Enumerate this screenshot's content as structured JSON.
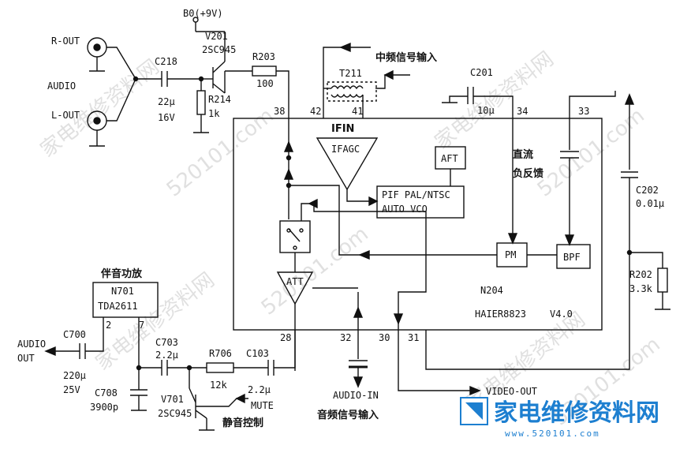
{
  "watermark": {
    "text": "家电维修资料网",
    "url_text": "520101.com"
  },
  "brand": {
    "name": "家电维修资料网",
    "url": "www.520101.com",
    "logo_color": "#1d7fd0"
  },
  "labels": {
    "b0": "B0(+9V)",
    "v201": "V201",
    "v201_part": "2SC945",
    "r203": "R203",
    "r203_val": "100",
    "r_out": "R-OUT",
    "l_out": "L-OUT",
    "audio": "AUDIO",
    "c218": "C218",
    "c218_val": "22μ",
    "c218_v": "16V",
    "r214": "R214",
    "r214_val": "1k",
    "if_input": "中频信号输入",
    "t211": "T211",
    "c201": "C201",
    "c201_val": "10μ",
    "pin42": "42",
    "pin41": "41",
    "pin38": "38",
    "pin34": "34",
    "pin33": "33",
    "ifin": "IFIN",
    "ifagc": "IFAGC",
    "aft": "AFT",
    "dc_feedback_1": "直流",
    "dc_feedback_2": "负反馈",
    "pif_1": "PIF PAL/NTSC",
    "pif_2": "AUTO VCO",
    "c202": "C202",
    "c202_val": "0.01μ",
    "pm": "PM",
    "bpf": "BPF",
    "r202": "R202",
    "r202_val": "3.3k",
    "att": "ATT",
    "n204": "N204",
    "haier": "HAIER8823",
    "ver": "V4.0",
    "amp_title": "伴音功放",
    "n701": "N701",
    "tda": "TDA2611",
    "pin2": "2",
    "pin7": "7",
    "pin28": "28",
    "pin32": "32",
    "pin30": "30",
    "pin31": "31",
    "audio_out_1": "AUDIO",
    "audio_out_2": "OUT",
    "c700": "C700",
    "c700_val": "220μ",
    "c700_v": "25V",
    "c703": "C703",
    "c703_val": "2.2μ",
    "r706": "R706",
    "r706_val": "12k",
    "c103": "C103",
    "c103_val": "2.2μ",
    "c708": "C708",
    "c708_val": "3900p",
    "v701": "V701",
    "v701_part": "2SC945",
    "mute": "MUTE",
    "mute_cn": "静音控制",
    "audio_in": "AUDIO-IN",
    "audio_in_cn": "音频信号输入",
    "video_out": "VIDEO-OUT"
  }
}
